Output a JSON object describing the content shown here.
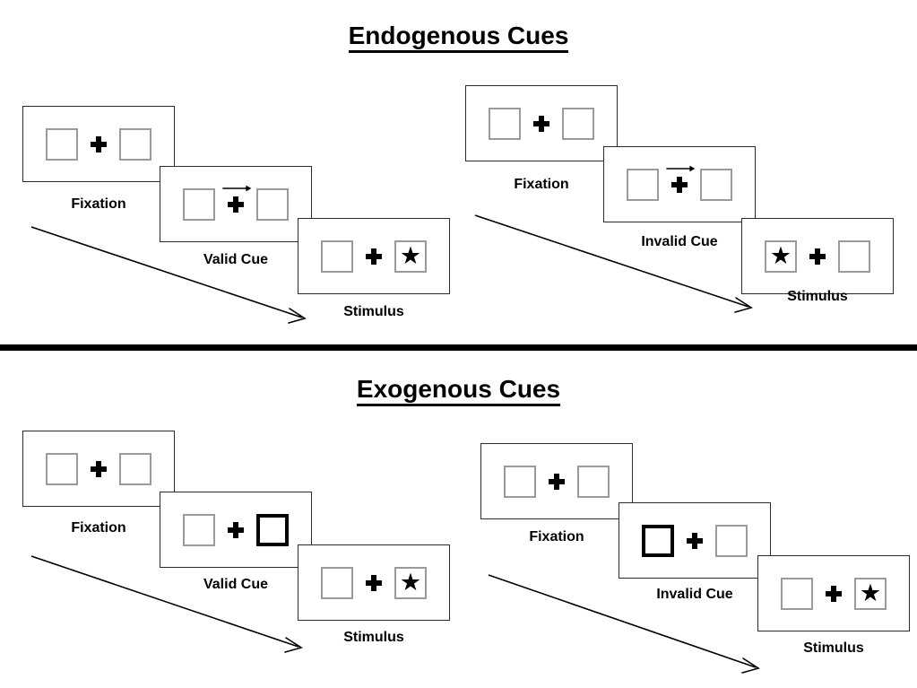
{
  "sections": [
    {
      "id": "endogenous",
      "title": "Endogenous Cues",
      "cue_type": "arrow-cue",
      "sequences": [
        {
          "id": "endogenous-valid",
          "cue_label": "Valid Cue",
          "steps": [
            {
              "label": "Fixation",
              "cue": "none",
              "target": "none"
            },
            {
              "label": "Valid Cue",
              "cue": "arrow-right",
              "target": "none"
            },
            {
              "label": "Stimulus",
              "cue": "none",
              "target": "right"
            }
          ]
        },
        {
          "id": "endogenous-invalid",
          "cue_label": "Invalid Cue",
          "steps": [
            {
              "label": "Fixation",
              "cue": "none",
              "target": "none"
            },
            {
              "label": "Invalid Cue",
              "cue": "arrow-right",
              "target": "none"
            },
            {
              "label": "Stimulus",
              "cue": "none",
              "target": "left"
            }
          ]
        }
      ]
    },
    {
      "id": "exogenous",
      "title": "Exogenous Cues",
      "cue_type": "box-flash-cue",
      "sequences": [
        {
          "id": "exogenous-valid",
          "cue_label": "Valid Cue",
          "steps": [
            {
              "label": "Fixation",
              "cue": "none",
              "target": "none"
            },
            {
              "label": "Valid Cue",
              "cue": "highlight-right",
              "target": "none"
            },
            {
              "label": "Stimulus",
              "cue": "none",
              "target": "right"
            }
          ]
        },
        {
          "id": "exogenous-invalid",
          "cue_label": "Invalid Cue",
          "steps": [
            {
              "label": "Fixation",
              "cue": "none",
              "target": "none"
            },
            {
              "label": "Invalid Cue",
              "cue": "highlight-left",
              "target": "none"
            },
            {
              "label": "Stimulus",
              "cue": "none",
              "target": "right"
            }
          ]
        }
      ]
    }
  ],
  "labels": {
    "fixation": "Fixation",
    "valid_cue": "Valid Cue",
    "invalid_cue": "Invalid Cue",
    "stimulus": "Stimulus"
  },
  "glyphs": {
    "star": "★",
    "fixation_cross": "plus-cross",
    "time_arrow": "time-arrow"
  },
  "colors": {
    "ink": "#000000",
    "frame_border": "#2b2b2b",
    "box_border": "#9a9a9a",
    "box_highlight": "#000000",
    "background": "#ffffff"
  },
  "titles": {
    "top": "Endogenous Cues",
    "bottom": "Exogenous Cues"
  }
}
